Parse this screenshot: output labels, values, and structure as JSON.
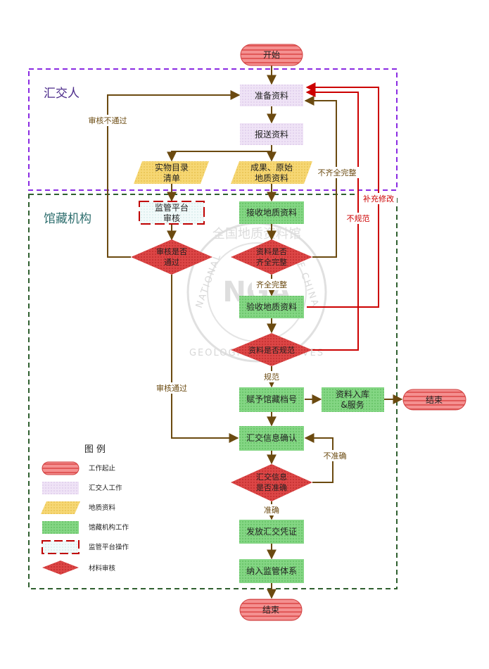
{
  "zones": {
    "submitter": "汇交人",
    "archive": "馆藏机构"
  },
  "nodes": {
    "start": "开始",
    "prepare": "准备资料",
    "send": "报送资料",
    "catalog_line1": "实物目录",
    "catalog_line2": "清单",
    "results_line1": "成果、原始",
    "results_line2": "地质资料",
    "platform_line1": "监管平台",
    "platform_line2": "审核",
    "receive": "接收地质资料",
    "review_pass_line1": "审核是否",
    "review_pass_line2": "通过",
    "complete_line1": "资料是否",
    "complete_line2": "齐全完整",
    "accept": "验收地质资料",
    "standard": "资料是否规范",
    "assign": "赋予馆藏档号",
    "store_line1": "资料入库",
    "store_line2": "&服务",
    "end_right": "结束",
    "confirm": "汇交信息确认",
    "accurate_line1": "汇交信息",
    "accurate_line2": "是否准确",
    "issue": "发放汇交凭证",
    "include": "纳入监管体系",
    "end_bottom": "结束"
  },
  "edges": {
    "review_fail": "审核不通过",
    "incomplete": "不齐全完整",
    "supplement": "补充修改",
    "nonstandard": "不规范",
    "complete": "齐全完整",
    "standard": "规范",
    "review_pass": "审核通过",
    "inaccurate": "不准确",
    "accurate": "准确"
  },
  "legend": {
    "title": "图  例",
    "items": [
      {
        "label": "工作起止"
      },
      {
        "label": "汇交人工作"
      },
      {
        "label": "地质资料"
      },
      {
        "label": "馆藏机构工作"
      },
      {
        "label": "监管平台操作"
      },
      {
        "label": "材料审核"
      }
    ]
  },
  "watermark": {
    "top_text": "全国地质资料馆",
    "left_text": "NATIONAL",
    "mid_text": "GEOLOGICAL ARCHIVES",
    "right_text": "OF CHINA",
    "logo": "NGA"
  },
  "colors": {
    "start_end_fill": "#f08080",
    "start_end_stripe": "#e05050",
    "submitter_fill": "#ece0f4",
    "data_fill": "#f5d36a",
    "archive_fill": "#7fd37f",
    "platform_stroke": "#c00000",
    "review_fill": "#d94040",
    "edge_brown": "#6b4a10",
    "edge_red": "#cc0000",
    "zone_purple": "#8a2be2",
    "zone_green": "#2f5f2f"
  }
}
